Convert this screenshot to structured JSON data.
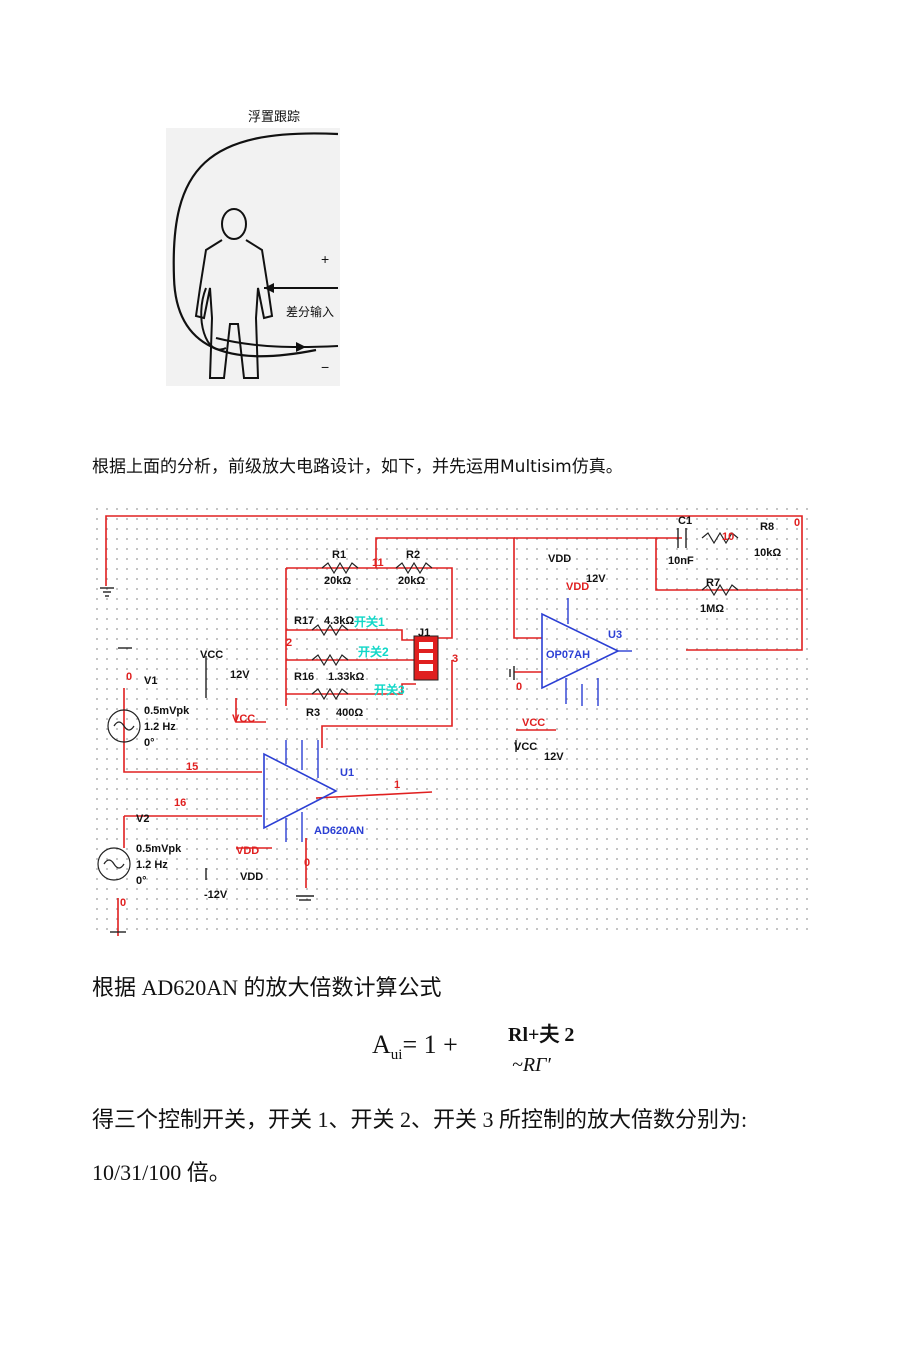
{
  "figure1": {
    "caption": "浮置跟踪",
    "plus": "+",
    "minus": "−",
    "diff_label": "差分输入"
  },
  "paragraph1": "根据上面的分析，前级放大电路设计，如下，并先运用Multisim仿真。",
  "schematic": {
    "r1": {
      "name": "R1",
      "value": "20kΩ"
    },
    "r2": {
      "name": "R2",
      "value": "20kΩ"
    },
    "r17": {
      "name": "R17",
      "value": "4.3kΩ"
    },
    "r16": {
      "name": "R16",
      "value": "1.33kΩ"
    },
    "r3": {
      "name": "R3",
      "value": "400Ω"
    },
    "r7": {
      "name": "R7",
      "value": "1MΩ"
    },
    "r8": {
      "name": "R8",
      "value": "10kΩ"
    },
    "c1": {
      "name": "C1",
      "value": "10nF"
    },
    "j1": "J1",
    "switch1": "开关1",
    "switch2": "开关2",
    "switch3": "开关3",
    "u1": {
      "name": "U1",
      "model": "AD620AN"
    },
    "u3": {
      "name": "U3",
      "model": "OP07AH"
    },
    "v1": {
      "name": "V1",
      "amp": "0.5mVpk",
      "freq": "1.2 Hz",
      "phase": "0°"
    },
    "v2": {
      "name": "V2",
      "amp": "0.5mVpk",
      "freq": "1.2 Hz",
      "phase": "0°"
    },
    "vcc": "VCC",
    "vdd": "VDD",
    "v12": "12V",
    "vneg12": "-12V",
    "nodes": {
      "n0": "0",
      "n1": "1",
      "n2": "2",
      "n3": "3",
      "n10": "10",
      "n11": "11",
      "n15": "15",
      "n16": "16"
    }
  },
  "paragraph2": "根据 AD620AN 的放大倍数计算公式",
  "formula": {
    "lhs_base": "A",
    "lhs_sub": "ui",
    "lhs_rest": "= 1 +",
    "numerator": "Rl+夫 2",
    "denominator": "~RΓ′"
  },
  "paragraph3": "得三个控制开关，开关 1、开关 2、开关 3 所控制的放大倍数分别为:",
  "paragraph4": "10/31/100 倍。"
}
